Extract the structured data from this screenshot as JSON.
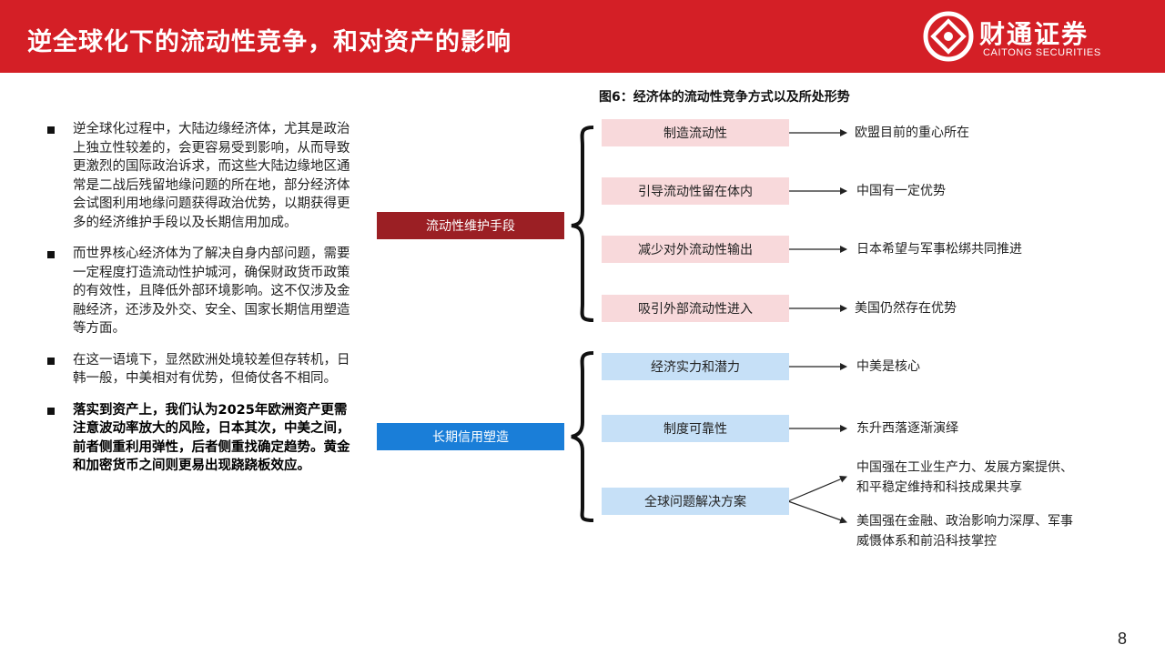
{
  "header": {
    "title": "逆全球化下的流动性竞争，和对资产的影响",
    "logo_cn": "财通证券",
    "logo_en": "CAITONG SECURITIES"
  },
  "bullets": [
    {
      "text": "逆全球化过程中，大陆边缘经济体，尤其是政治上独立性较差的，会更容易受到影响，从而导致更激烈的国际政治诉求，而这些大陆边缘地区通常是二战后残留地缘问题的所在地，部分经济体会试图利用地缘问题获得政治优势，以期获得更多的经济维护手段以及长期信用加成。",
      "bold": false
    },
    {
      "text": "而世界核心经济体为了解决自身内部问题，需要一定程度打造流动性护城河，确保财政货币政策的有效性，且降低外部环境影响。这不仅涉及金融经济，还涉及外交、安全、国家长期信用塑造等方面。",
      "bold": false
    },
    {
      "text": "在这一语境下，显然欧洲处境较差但存转机，日韩一般，中美相对有优势，但倚仗各不相同。",
      "bold": false
    },
    {
      "text": "落实到资产上，我们认为2025年欧洲资产更需注意波动率放大的风险，日本其次，中美之间，前者侧重利用弹性，后者侧重找确定趋势。黄金和加密货币之间则更易出现跷跷板效应。",
      "bold": true
    }
  ],
  "figure": {
    "title": "图6：经济体的流动性竞争方式以及所处形势",
    "groups": [
      {
        "label": "流动性维护手段",
        "color": "#9b1f24",
        "items": [
          {
            "label": "制造流动性",
            "result": "欧盟目前的重心所在"
          },
          {
            "label": "引导流动性留在体内",
            "result": "中国有一定优势"
          },
          {
            "label": "减少对外流动性输出",
            "result": "日本希望与军事松绑共同推进"
          },
          {
            "label": "吸引外部流动性进入",
            "result": "美国仍然存在优势"
          }
        ]
      },
      {
        "label": "长期信用塑造",
        "color": "#1a7ed8",
        "items": [
          {
            "label": "经济实力和潜力",
            "result": "中美是核心"
          },
          {
            "label": "制度可靠性",
            "result": "东升西落逐渐演绎"
          },
          {
            "label": "全球问题解决方案",
            "results": [
              "中国强在工业生产力、发展方案提供、和平稳定维持和科技成果共享",
              "美国强在金融、政治影响力深厚、军事威慑体系和前沿科技掌控"
            ]
          }
        ]
      }
    ]
  },
  "page_number": "8"
}
